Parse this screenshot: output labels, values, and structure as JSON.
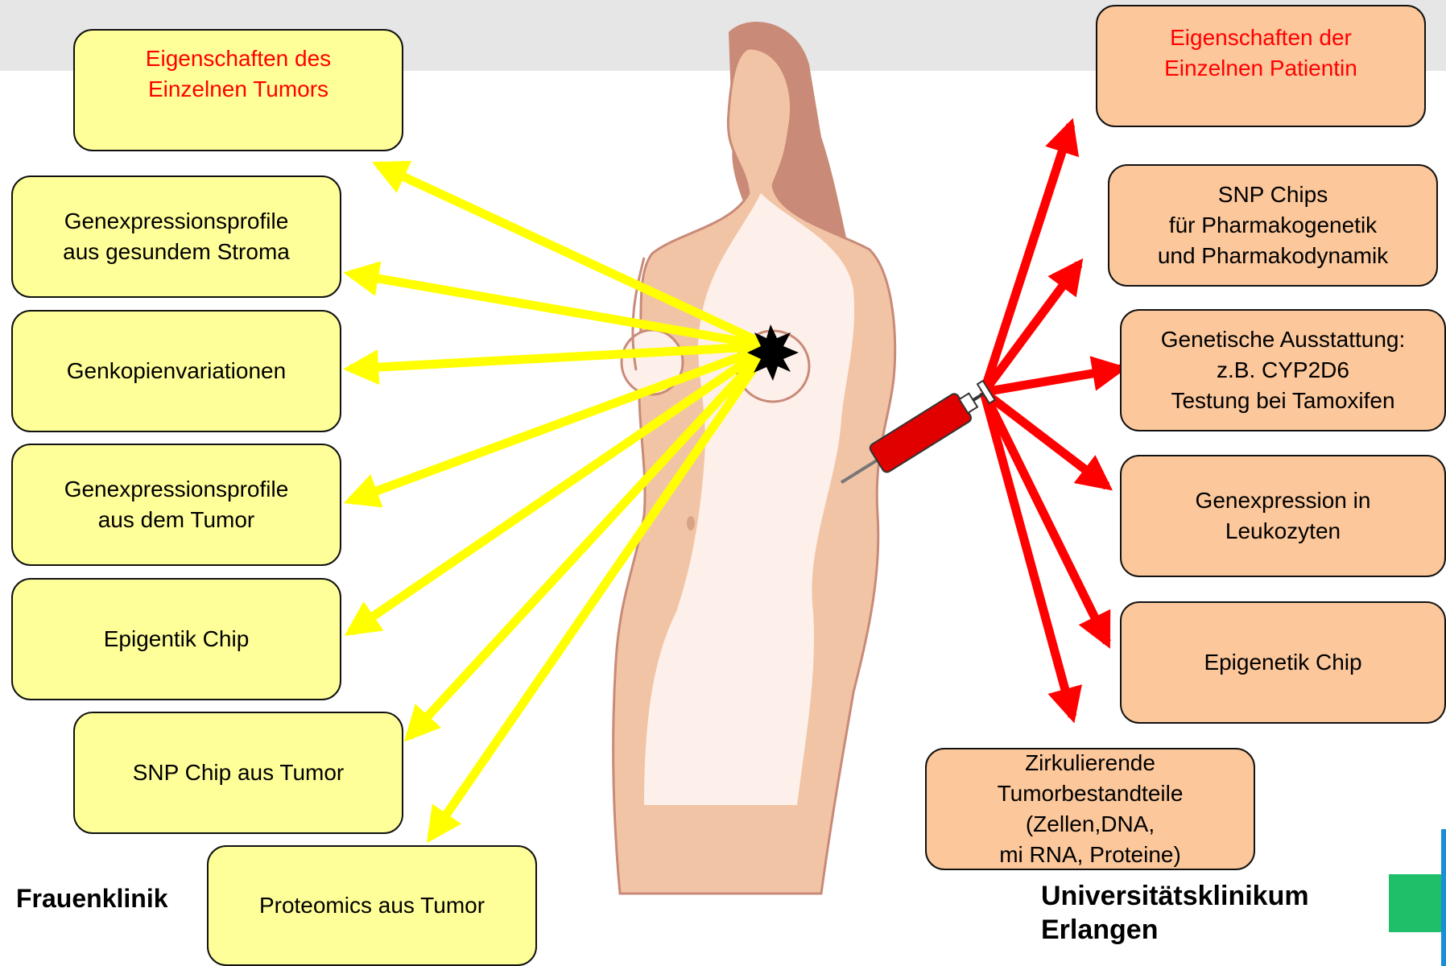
{
  "left_boxes": {
    "tumor_title": "Eigenschaften des\nEinzelnen Tumors",
    "stroma": "Genexpressionsprofile\naus gesundem Stroma",
    "copy_number": "Genkopienvariationen",
    "tumor_expression": "Genexpressionsprofile\naus dem Tumor",
    "epigenetic_chip": "Epigentik Chip",
    "snp_tumor": "SNP Chip aus Tumor",
    "proteomics": "Proteomics aus Tumor"
  },
  "right_boxes": {
    "patient_title": "Eigenschaften der\nEinzelnen Patientin",
    "snp_chips": "SNP Chips\nfür Pharmakogenetik\nund Pharmakodynamik",
    "genetic": "Genetische Ausstattung:\nz.B. CYP2D6\nTestung bei Tamoxifen",
    "leukocytes": "Genexpression in\nLeukozyten",
    "epigenetic_chip": "Epigenetik Chip",
    "circulating": "Zirkulierende\nTumorbestandteile\n(Zellen,DNA,\nmi RNA, Proteine)"
  },
  "footer": {
    "left": "Frauenklinik",
    "right_line1": "Universitätsklinikum",
    "right_line2": "Erlangen"
  },
  "colors": {
    "yellow_box": "#ffff99",
    "orange_box": "#fbc79b",
    "yellow_arrow": "#ffff00",
    "red_arrow": "#ff0000",
    "title_text": "#ff0000",
    "hair": "#c98a78",
    "skin": "#f2c4a6",
    "logo_blue": "#1a8fd6",
    "logo_green": "#1fbf6a"
  },
  "icons": {
    "tumor": "tumor-star-icon",
    "syringe": "syringe-icon",
    "body": "female-body-illustration",
    "logo": "university-logo-icon"
  }
}
